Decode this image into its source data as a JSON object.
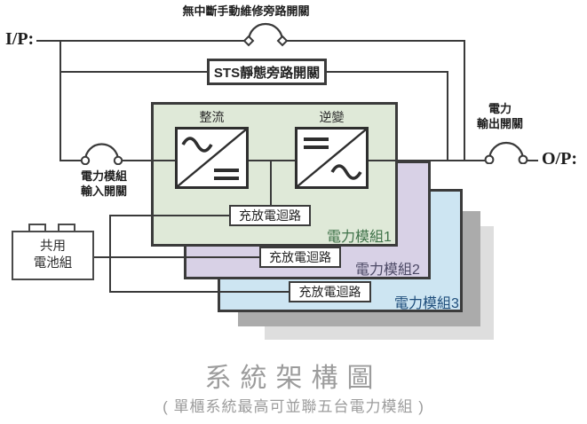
{
  "diagram": {
    "labels": {
      "input": "I/P:",
      "output": "O/P:",
      "manual_bypass_switch": "無中斷手動維修旁路開關",
      "sts_bypass_switch": "STS靜態旁路開關",
      "module_input_switch": [
        "電力模組",
        "輸入開關"
      ],
      "output_switch": [
        "電力",
        "輸出開關"
      ],
      "rectifier": "整流",
      "inverter": "逆變",
      "charge_discharge_circuit": "充放電迴路",
      "shared_battery": [
        "共用",
        "電池組"
      ]
    },
    "modules": [
      {
        "label": "電力模組1",
        "fill": "#dfe9d8",
        "text_color": "#3f7249"
      },
      {
        "label": "電力模組2",
        "fill": "#d8d1e6",
        "text_color": "#4c4965"
      },
      {
        "label": "電力模組3",
        "fill": "#cde5f2",
        "text_color": "#1e4d7b"
      }
    ],
    "title": "系統架構圖",
    "subtitle": "( 單櫃系統最高可並聯五台電力模組 )",
    "colors": {
      "wire": "#3a3a3a",
      "title_text": "#9c9c9c",
      "shadow_dark": "#ababab",
      "shadow_light": "#dedede"
    }
  }
}
